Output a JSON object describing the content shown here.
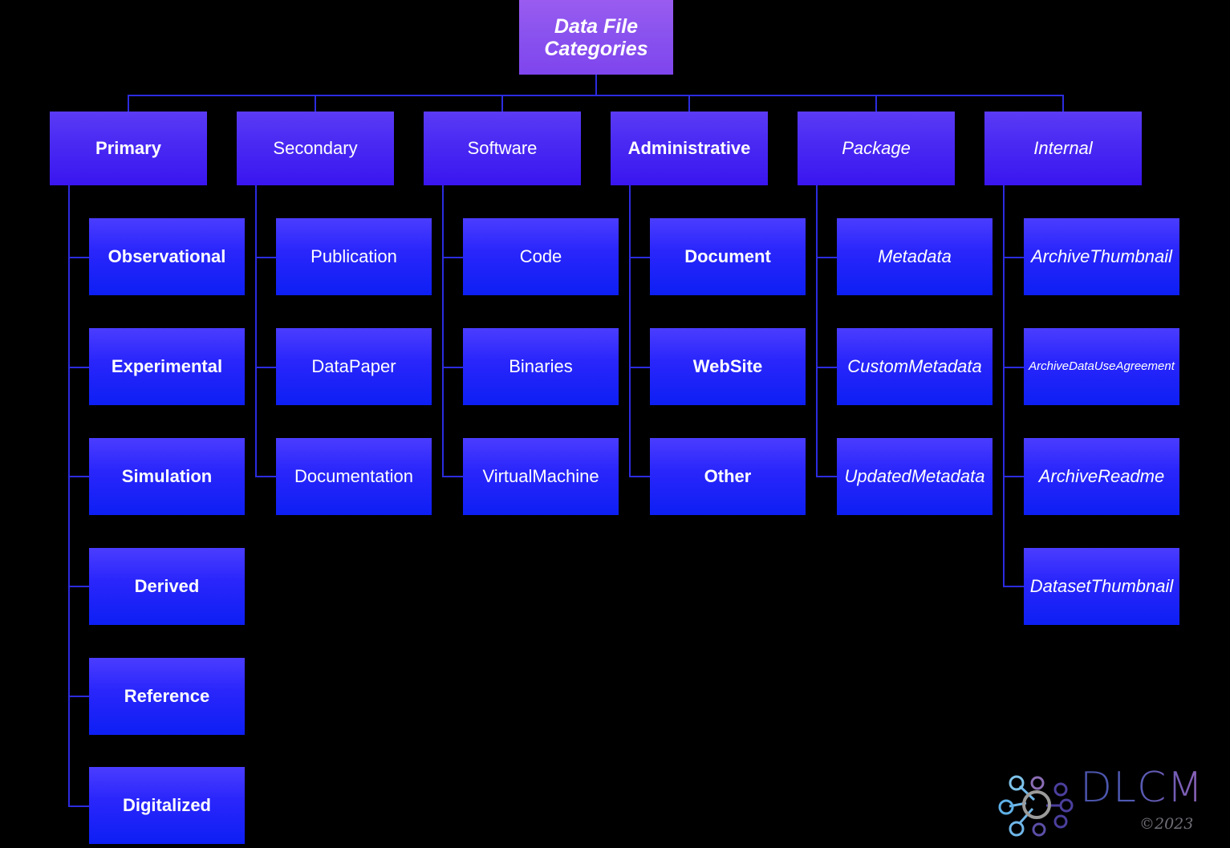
{
  "diagram": {
    "title": "Data File Categories",
    "root": {
      "label": "Data File Categories",
      "line1": "Data File",
      "line2": "Categories"
    },
    "columns": [
      {
        "parent": "Primary",
        "children": [
          "Observational",
          "Experimental",
          "Simulation",
          "Derived",
          "Reference",
          "Digitalized"
        ]
      },
      {
        "parent": "Secondary",
        "children": [
          "Publication",
          "DataPaper",
          "Documentation"
        ]
      },
      {
        "parent": "Software",
        "children": [
          "Code",
          "Binaries",
          "VirtualMachine"
        ]
      },
      {
        "parent": "Administrative",
        "children": [
          "Document",
          "WebSite",
          "Other"
        ]
      },
      {
        "parent": "Package",
        "children": [
          "Metadata",
          "CustomMetadata",
          "UpdatedMetadata"
        ]
      },
      {
        "parent": "Internal",
        "children": [
          "ArchiveThumbnail",
          "ArchiveDataUseAgreement",
          "ArchiveReadme",
          "DatasetThumbnail"
        ]
      }
    ]
  },
  "logo": {
    "wordmark": "DLCM",
    "copyright": "©2023",
    "mark_name": "network-nodes-icon"
  },
  "colors": {
    "background": "#000000",
    "root_box": "#8a52ee",
    "level1_box": "#4b2bf3",
    "level2_box": "#2a26fb",
    "connector": "#2c2ce0",
    "text": "#ffffff",
    "logo_word": "#4f5bb4",
    "logo_copyright": "#6f6f78"
  }
}
